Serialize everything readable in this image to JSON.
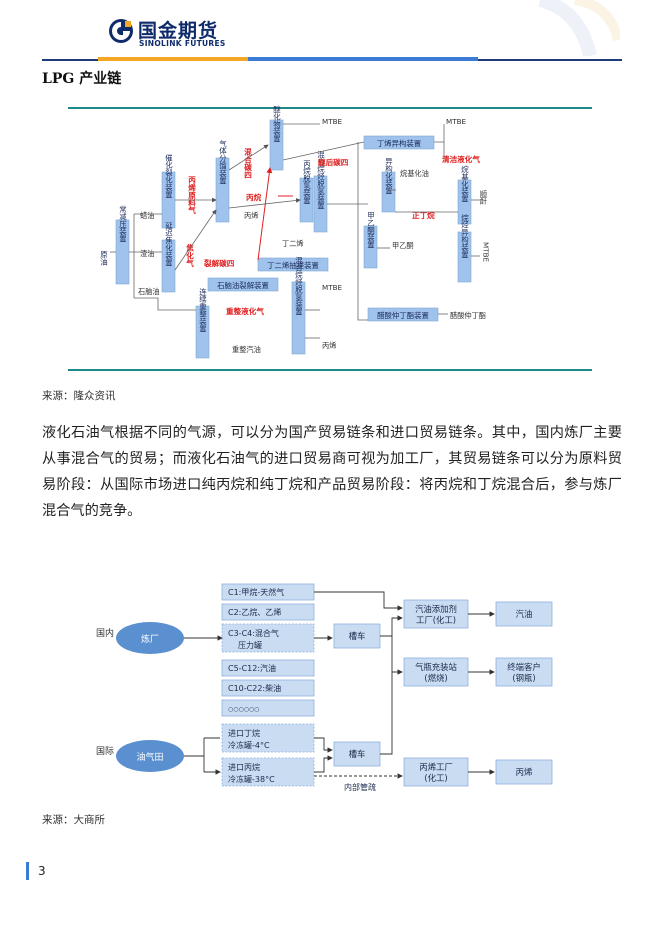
{
  "header": {
    "brand_cn": "国金期货",
    "brand_en": "SINOLINK FUTURES",
    "section_title": "LPG 产业链"
  },
  "chart1": {
    "nodes": {
      "crude": "原油",
      "atm": "常减压装置",
      "cracking": "催化裂化装置",
      "coking": "延迟焦化装置",
      "naphtha_crack": "石脑油裂解装置",
      "reforming": "连续重整装置",
      "gas_sep": "气体分馏装置",
      "etherify1": "醚化物装置",
      "pdh": "丙烷脱氢装置",
      "butadiene": "丁二烯抽提装置",
      "mix_dehydro1": "混合烷烃脱氢装置",
      "mix_dehydro2": "混合烷烃脱氢装置",
      "butene_iso": "丁烯异构装置",
      "isomer": "异构化装置",
      "mek": "甲乙酮装置",
      "sec_butyl": "醋酸仲丁酯装置",
      "alkyl": "烷基化装置",
      "butane_iso": "烷烃异构装置"
    },
    "labels": {
      "wax": "蜡油",
      "resid": "渣油",
      "naphtha": "石脑油",
      "propylene_feed": "丙烯原料气",
      "coker_gas": "焦化气",
      "crack_c4": "裂解碳四",
      "reform_gas": "重整液化气",
      "reform_gasoline": "重整汽油",
      "mixed_c4": "混合碳四",
      "propane": "丙烷",
      "propylene1": "丙烯",
      "butadiene": "丁二烯",
      "ether_c4": "醚后碳四",
      "mtbe1": "MTBE",
      "mtbe2": "MTBE",
      "mtbe3": "MTBE",
      "mtbe4": "MTBE",
      "clean_lpg": "清洁液化气",
      "alkylate": "烷基化油",
      "n_butane": "正丁烷",
      "mek_out": "甲乙酮",
      "sba_out": "醋酸仲丁酯",
      "maleic": "顺酐",
      "propylene2": "丙烯"
    }
  },
  "source1": "来源：隆众资讯",
  "paragraph": "液化石油气根据不同的气源，可以分为国产贸易链条和进口贸易链条。其中，国内炼厂主要从事混合气的贸易；而液化石油气的进口贸易商可视为加工厂，其贸易链条可以分为原料贸易阶段：从国际市场进口纯丙烷和纯丁烷和产品贸易阶段：将丙烷和丁烷混合后，参与炼厂混合气的竞争。",
  "chart2": {
    "side_domestic": "国内",
    "side_import": "国际",
    "refinery": "炼厂",
    "oilfield": "油气田",
    "c1": "C1:甲烷-天然气",
    "c2": "C2:乙烷、乙烯",
    "c34_line1": "C3-C4:混合气",
    "c34_line2": "压力罐",
    "c512": "C5-C12:汽油",
    "c1022": "C10-C22:柴油",
    "dots": "○○○○○○",
    "imp_butane_1": "进口丁烷",
    "imp_butane_2": "冷冻罐-4°C",
    "imp_propane_1": "进口丙烷",
    "imp_propane_2": "冷冻罐-38°C",
    "tanker1": "槽车",
    "tanker2": "槽车",
    "additive_1": "汽油添加剂",
    "additive_2": "工厂(化工)",
    "gasoline": "汽油",
    "filling_1": "气瓶充装站",
    "filling_2": "(燃烧)",
    "end_1": "终端客户",
    "end_2": "(钢瓶)",
    "propylene_plant_1": "丙烯工厂",
    "propylene_plant_2": "(化工)",
    "propylene": "丙烯",
    "pipeline": "内部管疏"
  },
  "source2": "来源：大商所",
  "page_number": "3",
  "colors": {
    "navy": "#0f2b6b",
    "orange": "#f5a623",
    "blue": "#3b7ad6",
    "box_blue": "#9fc3ec",
    "red_text": "#e02020",
    "teal_line": "#1d8a8a"
  }
}
